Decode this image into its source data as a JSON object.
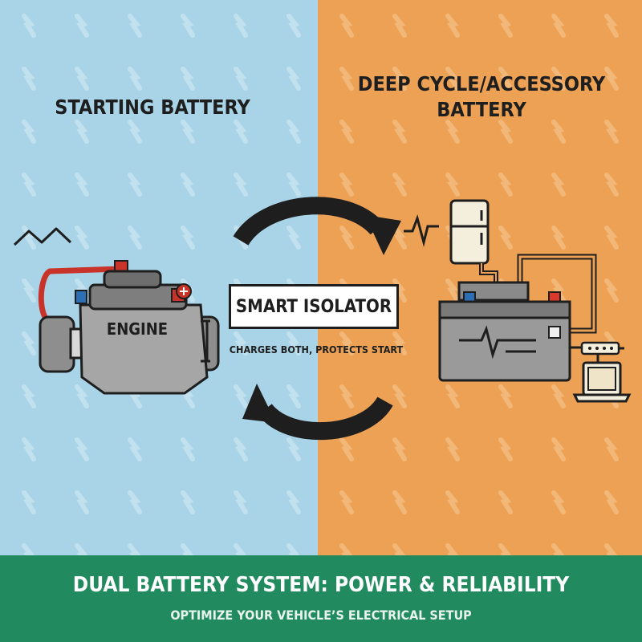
{
  "left_panel": {
    "heading": "STARTING BATTERY",
    "background": "#a9d4e8"
  },
  "right_panel": {
    "heading_line1": "DEEP CYCLE/ACCESSORY",
    "heading_line2": "BATTERY",
    "background": "#eda155"
  },
  "engine": {
    "label": "ENGINE"
  },
  "isolator": {
    "label": "SMART ISOLATOR",
    "caption": "CHARGES BOTH, PROTECTS START"
  },
  "footer": {
    "title": "DUAL BATTERY SYSTEM: POWER & RELIABILITY",
    "subtitle": "OPTIMIZE YOUR VEHICLE’S ELECTRICAL SETUP",
    "background": "#218a5e"
  },
  "icons": [
    "engine-icon",
    "fridge-icon",
    "battery-icon",
    "laptop-icon",
    "charge-arrow-icon",
    "waveform-icon",
    "power-strip-icon"
  ],
  "colors": {
    "outline": "#1e1e1e",
    "positive_terminal": "#d8392b",
    "negative_terminal": "#2d6fb5",
    "battery_body": "#9a9a9a"
  }
}
